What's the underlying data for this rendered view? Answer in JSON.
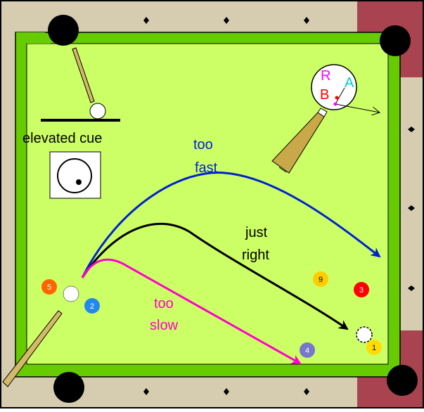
{
  "colors": {
    "rail_wood": "#d6ccb0",
    "rail_red": "#a8434f",
    "cloth": "#ccff66",
    "cushion": "#66cc00",
    "pocket": "#000000",
    "too_fast": "#0022cc",
    "just_right": "#000000",
    "too_slow": "#ff00cc",
    "cue_stick": "#d4b96a",
    "tip_R": "#ff00ff",
    "tip_A": "#00cccc",
    "tip_B": "#ff0000"
  },
  "labels": {
    "elevated_cue": "elevated cue",
    "too_fast_line1": "too",
    "too_fast_line2": "fast",
    "just_right_line1": "just",
    "just_right_line2": "right",
    "too_slow_line1": "too",
    "too_slow_line2": "slow",
    "tip_R": "R",
    "tip_A": "A",
    "tip_B": "B"
  },
  "balls": [
    {
      "number": "5",
      "color": "#ff6600",
      "text_color": "#ffffff"
    },
    {
      "number": "2",
      "color": "#2288ee",
      "text_color": "#ffffff"
    },
    {
      "number": "9",
      "color": "#ffcc00",
      "text_color": "#000000"
    },
    {
      "number": "3",
      "color": "#ff0000",
      "text_color": "#ffffff"
    },
    {
      "number": "4",
      "color": "#7777cc",
      "text_color": "#ffffff"
    },
    {
      "number": "1",
      "color": "#ffdd00",
      "text_color": "#000000"
    }
  ],
  "icons": {
    "diamond": "diamond-icon",
    "pocket": "pocket-icon",
    "cue_ball": "cue-ball-icon",
    "ghost_ball": "ghost-ball-icon"
  }
}
